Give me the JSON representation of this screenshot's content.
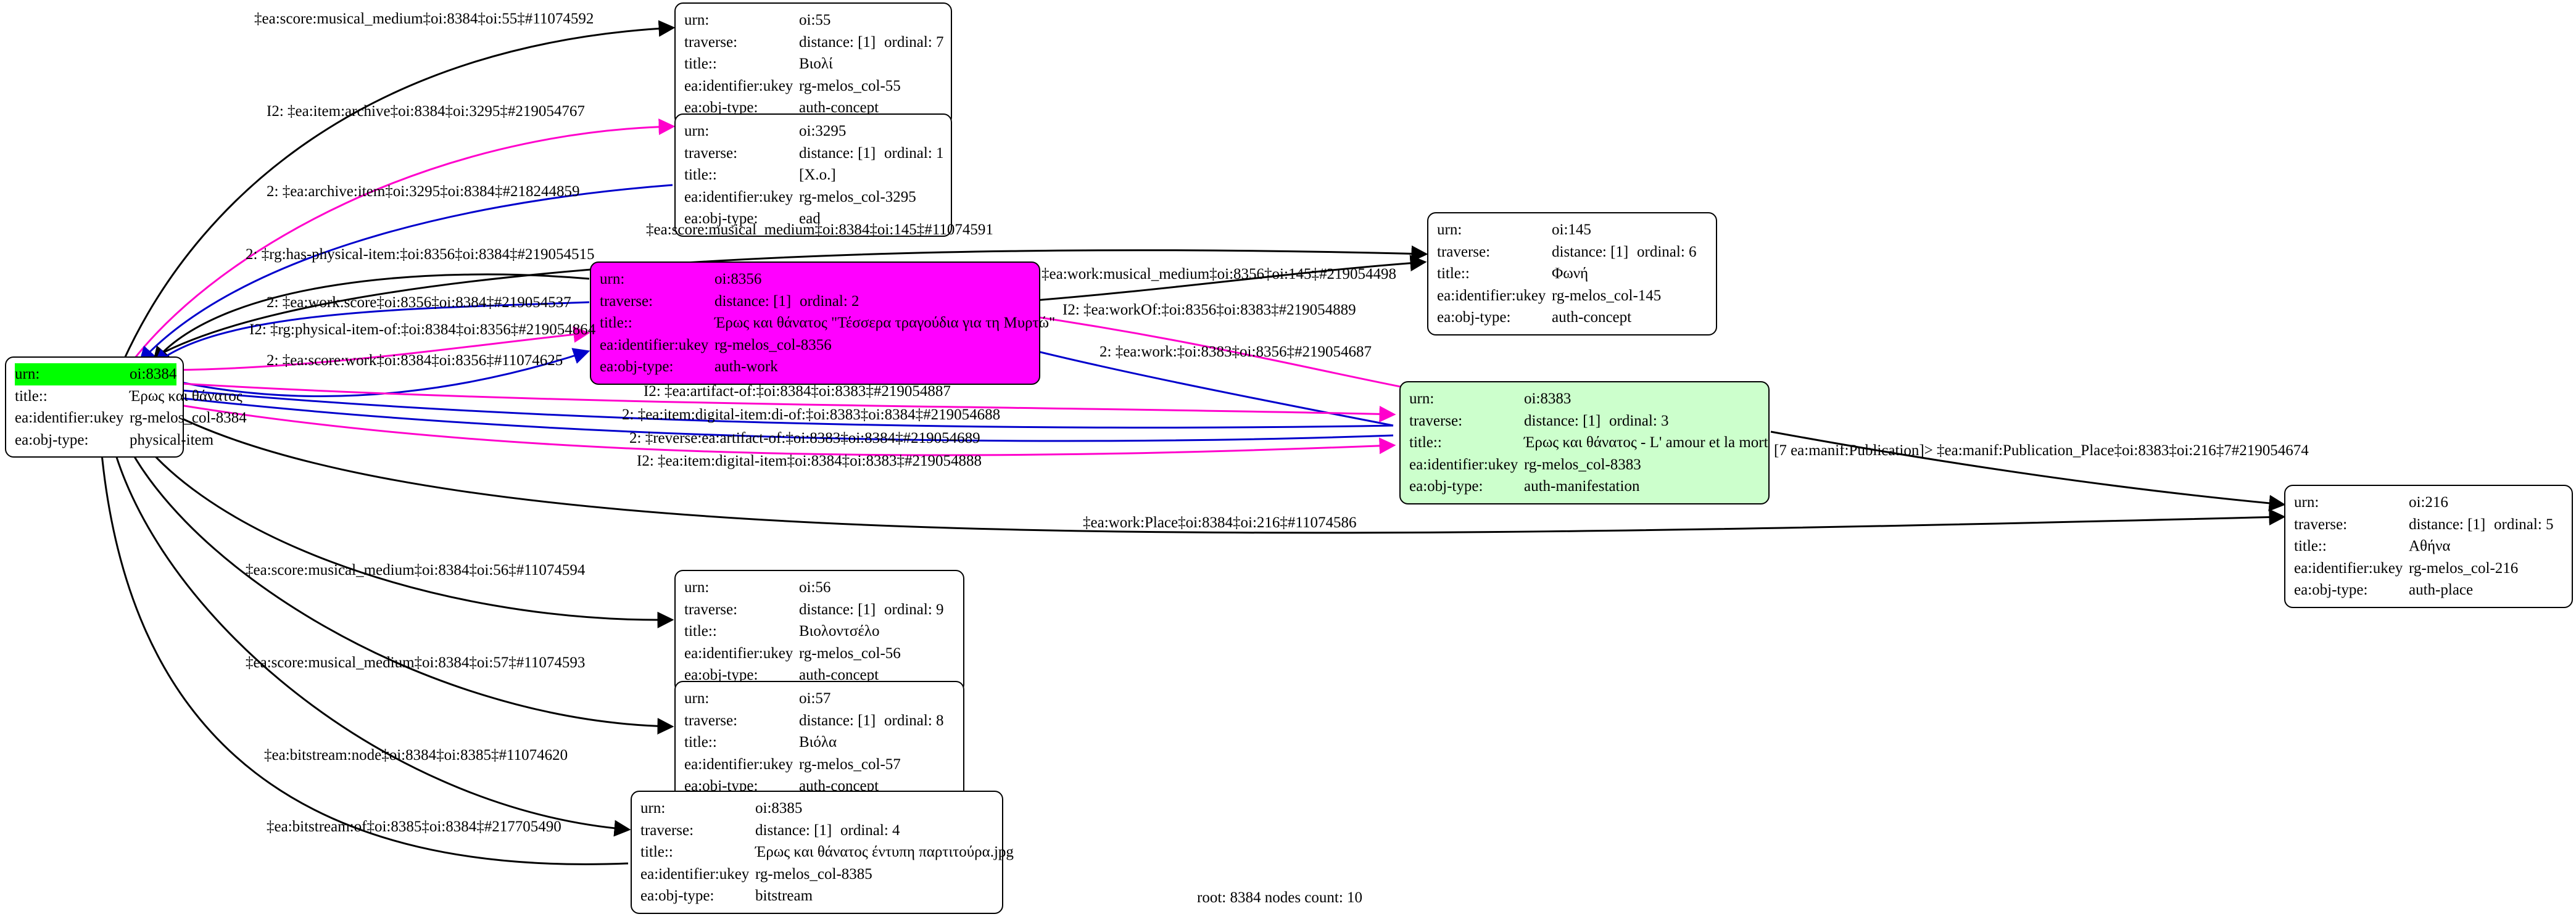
{
  "graph": {
    "footer": "root: 8384 nodes count: 10",
    "colors": {
      "root_highlight": "#00ff00",
      "work_node": "#ff00ff",
      "manifestation_node": "#ccffcc",
      "edge_black": "#000000",
      "edge_blue": "#0000cc",
      "edge_magenta": "#ff00cc"
    },
    "field_labels": {
      "urn": "urn:",
      "traverse": "traverse:",
      "title": "title::",
      "ukey": "ea:identifier:ukey",
      "objtype": "ea:obj-type:"
    },
    "nodes": [
      {
        "id": "n8384",
        "urn": "oi:8384",
        "traverse": "",
        "distance": "",
        "ordinal": "",
        "title": "Έρως και θάνατος",
        "ukey": "rg-melos_col-8384",
        "objtype": "physical-item"
      },
      {
        "id": "n55",
        "urn": "oi:55",
        "traverse": "",
        "distance": "distance: [1]",
        "ordinal": "ordinal: 7",
        "title": "Βιολί",
        "ukey": "rg-melos_col-55",
        "objtype": "auth-concept"
      },
      {
        "id": "n3295",
        "urn": "oi:3295",
        "traverse": "",
        "distance": "distance: [1]",
        "ordinal": "ordinal: 1",
        "title": "[X.o.]",
        "ukey": "rg-melos_col-3295",
        "objtype": "ead"
      },
      {
        "id": "n145",
        "urn": "oi:145",
        "traverse": "",
        "distance": "distance: [1]",
        "ordinal": "ordinal: 6",
        "title": "Φωνή",
        "ukey": "rg-melos_col-145",
        "objtype": "auth-concept"
      },
      {
        "id": "n8356",
        "urn": "oi:8356",
        "traverse": "",
        "distance": "distance: [1]",
        "ordinal": "ordinal: 2",
        "title": "Έρως και θάνατος \"Τέσσερα τραγούδια για τη Μυρτώ\"",
        "ukey": "rg-melos_col-8356",
        "objtype": "auth-work"
      },
      {
        "id": "n8383",
        "urn": "oi:8383",
        "traverse": "",
        "distance": "distance: [1]",
        "ordinal": "ordinal: 3",
        "title": "Έρως και θάνατος - L' amour et la mort",
        "ukey": "rg-melos_col-8383",
        "objtype": "auth-manifestation"
      },
      {
        "id": "n216",
        "urn": "oi:216",
        "traverse": "",
        "distance": "distance: [1]",
        "ordinal": "ordinal: 5",
        "title": "Αθήνα",
        "ukey": "rg-melos_col-216",
        "objtype": "auth-place"
      },
      {
        "id": "n56",
        "urn": "oi:56",
        "traverse": "",
        "distance": "distance: [1]",
        "ordinal": "ordinal: 9",
        "title": "Βιολοντσέλο",
        "ukey": "rg-melos_col-56",
        "objtype": "auth-concept"
      },
      {
        "id": "n57",
        "urn": "oi:57",
        "traverse": "",
        "distance": "distance: [1]",
        "ordinal": "ordinal: 8",
        "title": "Βιόλα",
        "ukey": "rg-melos_col-57",
        "objtype": "auth-concept"
      },
      {
        "id": "n8385",
        "urn": "oi:8385",
        "traverse": "",
        "distance": "distance: [1]",
        "ordinal": "ordinal: 4",
        "title": "Έρως και θάνατος έντυπη παρτιτούρα.jpg",
        "ukey": "rg-melos_col-8385",
        "objtype": "bitstream"
      }
    ],
    "edges": [
      {
        "id": "e1",
        "label": "‡ea:score:musical_medium‡oi:8384‡oi:55‡#11074592",
        "color": "#000000"
      },
      {
        "id": "e2",
        "label": "I2: ‡ea:item:archive‡oi:8384‡oi:3295‡#219054767",
        "color": "#ff00cc"
      },
      {
        "id": "e3",
        "label": "2: ‡ea:archive:item‡oi:3295‡oi:8384‡#218244859",
        "color": "#0000cc"
      },
      {
        "id": "e4",
        "label": "‡ea:score:musical_medium‡oi:8384‡oi:145‡#11074591",
        "color": "#000000"
      },
      {
        "id": "e5",
        "label": "2: ‡rg:has-physical-item:‡oi:8356‡oi:8384‡#219054515",
        "color": "#000000"
      },
      {
        "id": "e6",
        "label": "2: ‡ea:work:score‡oi:8356‡oi:8384‡#219054537",
        "color": "#0000cc"
      },
      {
        "id": "e7",
        "label": "I2: ‡rg:physical-item-of:‡oi:8384‡oi:8356‡#219054864",
        "color": "#ff00cc"
      },
      {
        "id": "e8",
        "label": "2: ‡ea:score:work‡oi:8384‡oi:8356‡#11074625",
        "color": "#0000cc"
      },
      {
        "id": "e9",
        "label": "‡ea:work:musical_medium‡oi:8356‡oi:145‡#219054498",
        "color": "#000000"
      },
      {
        "id": "e10",
        "label": "I2: ‡ea:workOf:‡oi:8356‡oi:8383‡#219054889",
        "color": "#ff00cc"
      },
      {
        "id": "e11",
        "label": "2: ‡ea:work:‡oi:8383‡oi:8356‡#219054687",
        "color": "#0000cc"
      },
      {
        "id": "e12",
        "label": "I2: ‡ea:artifact-of:‡oi:8384‡oi:8383‡#219054887",
        "color": "#ff00cc"
      },
      {
        "id": "e13",
        "label": "2: ‡ea:item:digital-item:di-of:‡oi:8383‡oi:8384‡#219054688",
        "color": "#0000cc"
      },
      {
        "id": "e14",
        "label": "2: ‡reverse:ea:artifact-of:‡oi:8383‡oi:8384‡#219054689",
        "color": "#0000cc"
      },
      {
        "id": "e15",
        "label": "I2: ‡ea:item:digital-item‡oi:8384‡oi:8383‡#219054888",
        "color": "#ff00cc"
      },
      {
        "id": "e16",
        "label": "[7 ea:manif:Publication]> ‡ea:manif:Publication_Place‡oi:8383‡oi:216‡7#219054674",
        "color": "#000000"
      },
      {
        "id": "e17",
        "label": "‡ea:work:Place‡oi:8384‡oi:216‡#11074586",
        "color": "#000000"
      },
      {
        "id": "e18",
        "label": "‡ea:score:musical_medium‡oi:8384‡oi:56‡#11074594",
        "color": "#000000"
      },
      {
        "id": "e19",
        "label": "‡ea:score:musical_medium‡oi:8384‡oi:57‡#11074593",
        "color": "#000000"
      },
      {
        "id": "e20",
        "label": "‡ea:bitstream:node‡oi:8384‡oi:8385‡#11074620",
        "color": "#000000"
      },
      {
        "id": "e21",
        "label": "‡ea:bitstream:of‡oi:8385‡oi:8384‡#217705490",
        "color": "#000000"
      }
    ]
  }
}
